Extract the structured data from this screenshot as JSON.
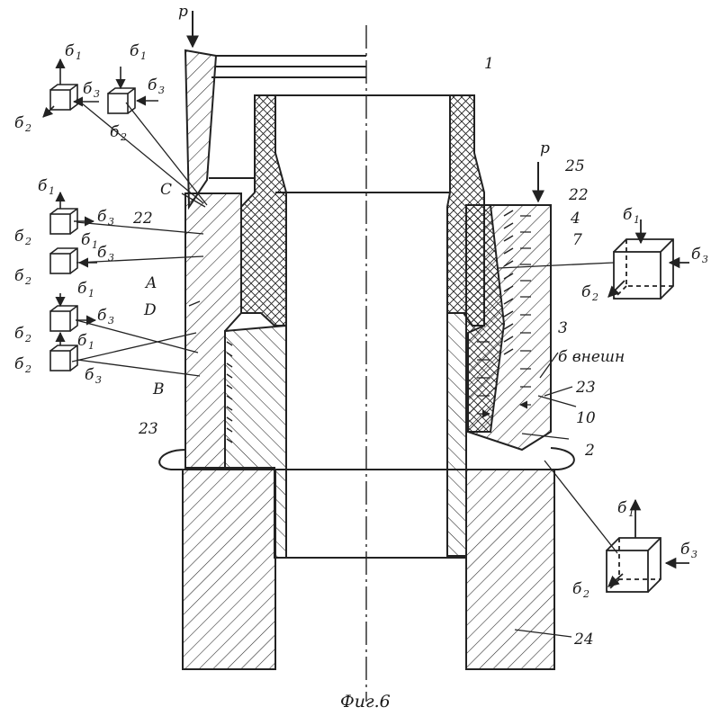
{
  "caption": "Фиг.6",
  "labels": {
    "p_top": "p",
    "p_right": "p",
    "n1": "1",
    "n2": "2",
    "n3": "3",
    "n4": "4",
    "n7": "7",
    "n10": "10",
    "n22a": "22",
    "n22b": "22",
    "n23a": "23",
    "n23b": "23",
    "n24": "24",
    "n25": "25",
    "C": "C",
    "A": "A",
    "D": "D",
    "B": "B",
    "sigma_ext": "б внешн"
  },
  "stress_symbols": {
    "base": "б",
    "sub1": "1",
    "sub2": "2",
    "sub3": "3"
  }
}
